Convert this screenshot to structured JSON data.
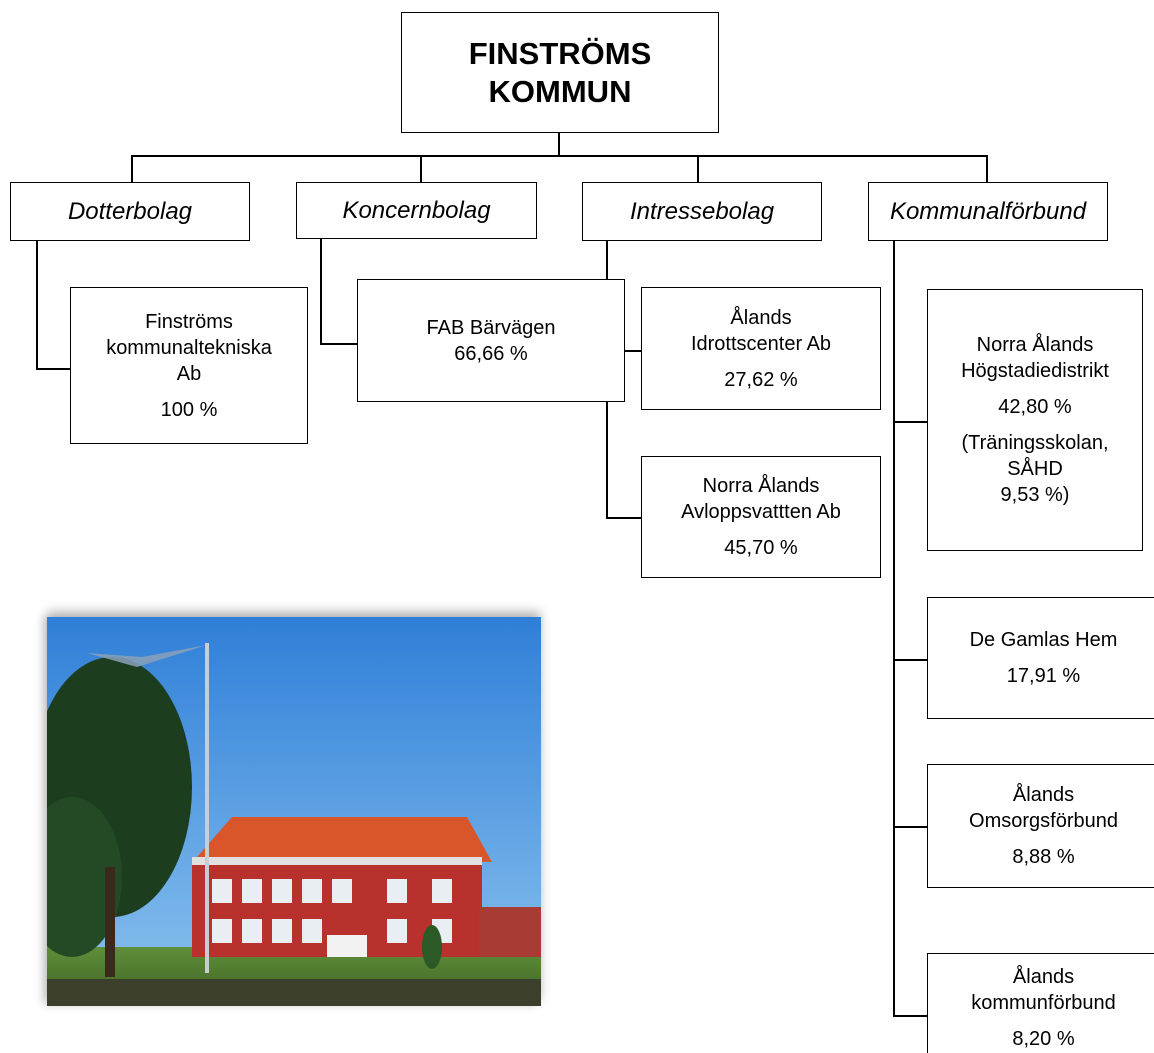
{
  "root": {
    "line1": "FINSTRÖMS",
    "line2": "KOMMUN"
  },
  "categories": [
    {
      "label": "Dotterbolag"
    },
    {
      "label": "Koncernbolag"
    },
    {
      "label": "Intressebolag"
    },
    {
      "label": "Kommunalförbund"
    }
  ],
  "entities": [
    {
      "lines": [
        "Finströms",
        "kommunaltekniska",
        "Ab"
      ],
      "pct": "100 %"
    },
    {
      "lines": [
        "FAB Bärvägen"
      ],
      "pct": "66,66 %"
    },
    {
      "lines": [
        "Ålands",
        "Idrottscenter Ab"
      ],
      "pct": "27,62 %"
    },
    {
      "lines": [
        "Norra Ålands",
        "Avloppsvattten Ab"
      ],
      "pct": "45,70 %"
    },
    {
      "lines": [
        "Norra Ålands",
        "Högstadiedistrikt"
      ],
      "pct": "42,80 %",
      "extra": [
        "(Träningsskolan,",
        "SÅHD",
        "9,53 %)"
      ]
    },
    {
      "lines": [
        "De Gamlas Hem"
      ],
      "pct": "17,91 %"
    },
    {
      "lines": [
        "Ålands",
        "Omsorgsförbund"
      ],
      "pct": "8,88 %"
    },
    {
      "lines": [
        "Ålands",
        "kommunförbund"
      ],
      "pct": "8,20 %"
    }
  ],
  "photo": {
    "subject": "red two-storey building with orange roof, flagpole and pine tree"
  }
}
